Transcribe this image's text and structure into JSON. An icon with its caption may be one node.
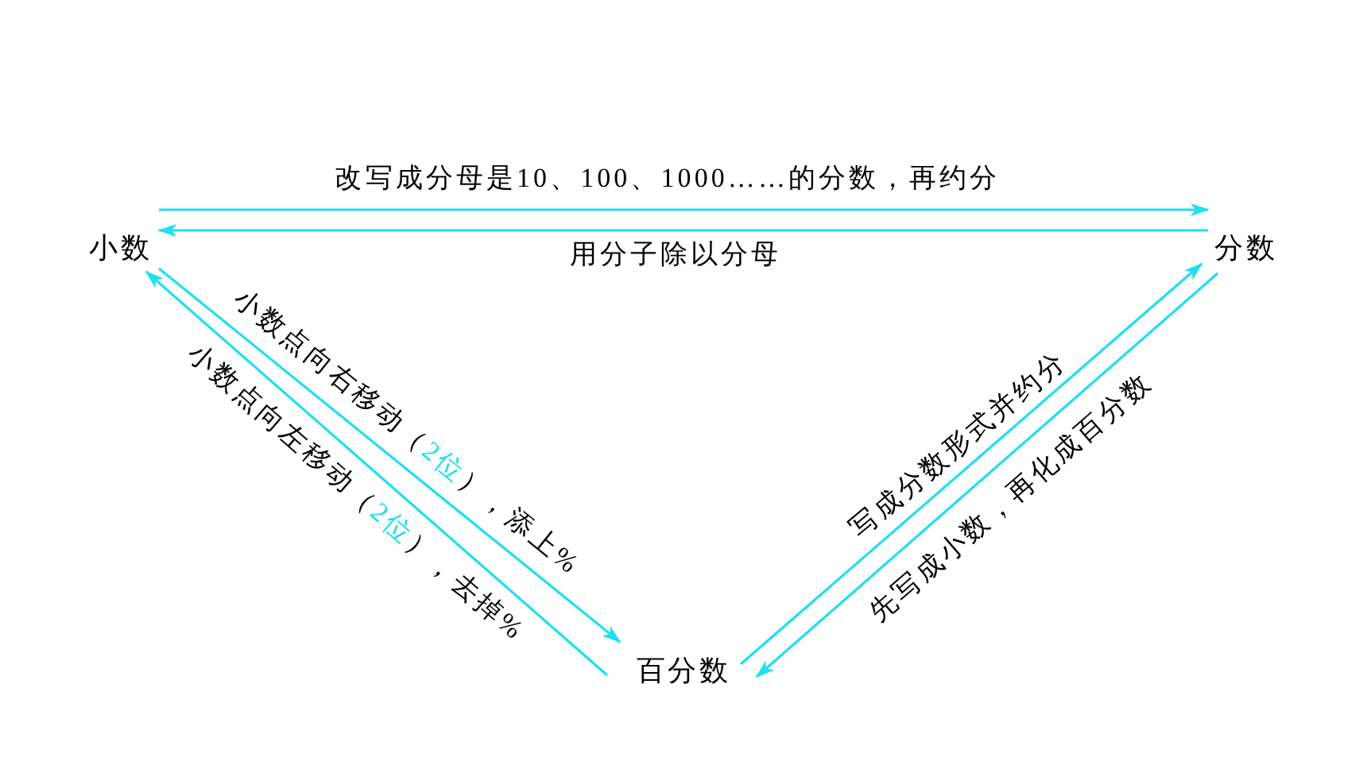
{
  "diagram": {
    "nodes": [
      {
        "text": [
          "小数"
        ]
      },
      {
        "text": [
          "分数"
        ]
      },
      {
        "text": [
          "百分数"
        ]
      }
    ],
    "edges": [
      {
        "from": 0,
        "to": 1,
        "arrow": "to",
        "label": "改写成分母是10、100、1000……的分数，再约分"
      },
      {
        "from": 1,
        "to": 0,
        "arrow": "to",
        "label": "用分子除以分母"
      },
      {
        "from": 0,
        "to": 2,
        "arrow": "to",
        "label": "小数点向右移动（*2位*），添上%"
      },
      {
        "from": 2,
        "to": 0,
        "arrow": "to",
        "label": "小数点向左移动（*2位*），去掉%"
      },
      {
        "from": 2,
        "to": 1,
        "arrow": "to",
        "label": "写成分数形式并约分"
      },
      {
        "from": 1,
        "to": 2,
        "arrow": "to",
        "label": "先写成小数，再化成百分数"
      }
    ]
  }
}
